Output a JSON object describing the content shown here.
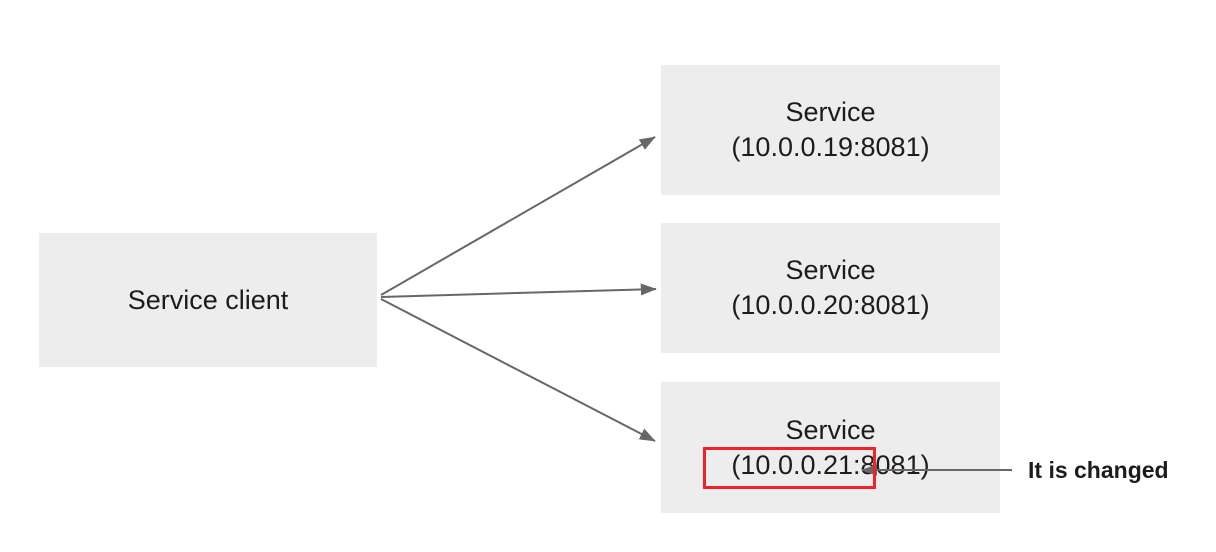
{
  "colors": {
    "background": "#ffffff",
    "box_fill": "#ededed",
    "text": "#1c1c1c",
    "arrow": "#676767",
    "highlight": "#f2222d"
  },
  "client": {
    "label": "Service client"
  },
  "services": [
    {
      "title": "Service",
      "address": "(10.0.0.19:8081)"
    },
    {
      "title": "Service",
      "address": "(10.0.0.20:8081)"
    },
    {
      "title": "Service",
      "address": "(10.0.0.21:8081)",
      "highlighted": true
    }
  ],
  "annotation": {
    "label": "It is changed"
  }
}
